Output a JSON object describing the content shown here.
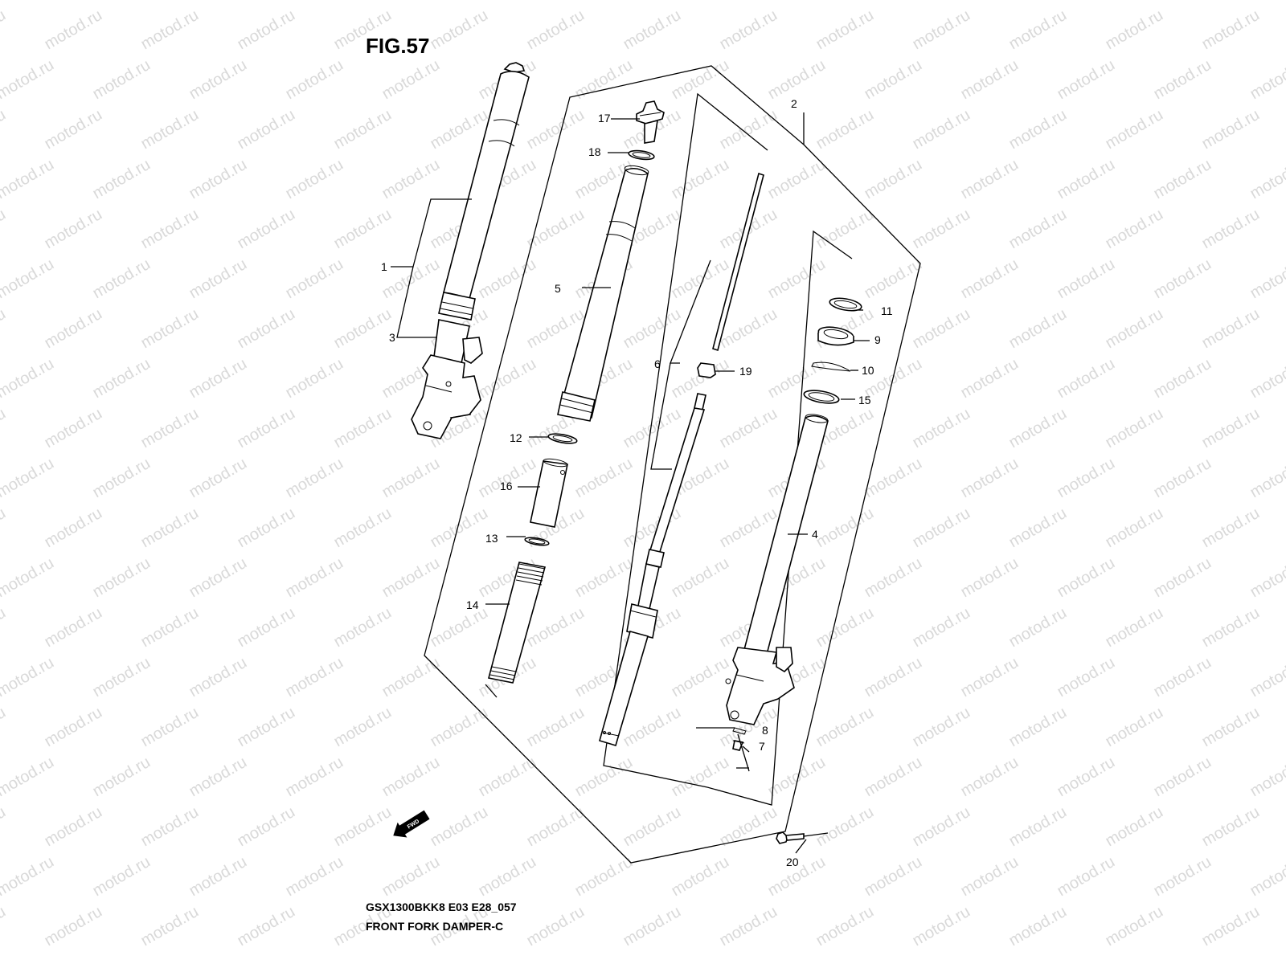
{
  "figure": {
    "title": "FIG.57",
    "model_code": "GSX1300BKK8 E03 E28_057",
    "caption": "FRONT FORK DAMPER-C"
  },
  "watermark": "motod.ru",
  "direction_badge": {
    "label": "FWD",
    "icon": "arrow-left-icon"
  },
  "callouts": [
    {
      "id": "c1",
      "label": "1"
    },
    {
      "id": "c2",
      "label": "2"
    },
    {
      "id": "c3",
      "label": "3"
    },
    {
      "id": "c4",
      "label": "4"
    },
    {
      "id": "c5",
      "label": "5"
    },
    {
      "id": "c6",
      "label": "6"
    },
    {
      "id": "c7",
      "label": "7"
    },
    {
      "id": "c8",
      "label": "8"
    },
    {
      "id": "c9",
      "label": "9"
    },
    {
      "id": "c10",
      "label": "10"
    },
    {
      "id": "c11",
      "label": "11"
    },
    {
      "id": "c12",
      "label": "12"
    },
    {
      "id": "c13",
      "label": "13"
    },
    {
      "id": "c14",
      "label": "14"
    },
    {
      "id": "c15",
      "label": "15"
    },
    {
      "id": "c16",
      "label": "16"
    },
    {
      "id": "c17",
      "label": "17"
    },
    {
      "id": "c18",
      "label": "18"
    },
    {
      "id": "c19",
      "label": "19"
    },
    {
      "id": "c20",
      "label": "20"
    }
  ]
}
